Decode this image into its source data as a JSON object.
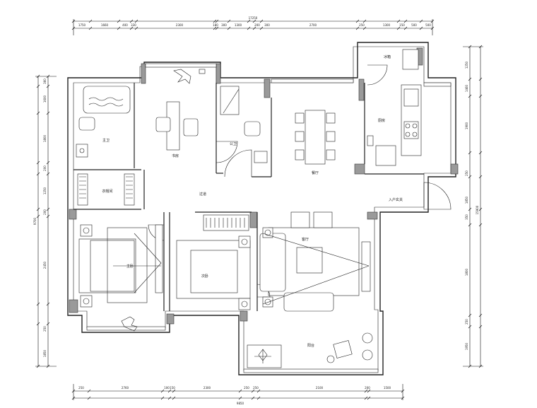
{
  "dimensions": {
    "top_total": "17250",
    "top_segments": [
      "1750",
      "1660",
      "400",
      "330",
      "2300",
      "180",
      "300",
      "1300",
      "200",
      "300",
      "2700",
      "250",
      "1300",
      "150",
      "500",
      "500"
    ],
    "bottom_total": "9850",
    "bottom_segments": [
      "250",
      "2760",
      "100",
      "150",
      "2300",
      "250",
      "250",
      "2100",
      "200",
      "1500"
    ],
    "left_total": "9700",
    "left_segments": [
      "360",
      "1600",
      "1800",
      "200",
      "1250",
      "200",
      "2450",
      "250",
      "1850"
    ],
    "right_total": "15900",
    "right_segments": [
      "1250",
      "1460",
      "1900",
      "250",
      "1850",
      "350",
      "1800",
      "250",
      "1950"
    ]
  },
  "rooms": {
    "master_bath": "主卫",
    "study": "书房",
    "guest_bath": "公卫",
    "dining": "餐厅",
    "kitchen": "厨房",
    "fridge": "冰箱",
    "cloakroom": "衣帽间",
    "corridor": "过道",
    "entrance": "入户玄关",
    "master_bedroom": "主卧",
    "second_bedroom": "次卧",
    "living_room": "客厅",
    "balcony": "阳台"
  }
}
